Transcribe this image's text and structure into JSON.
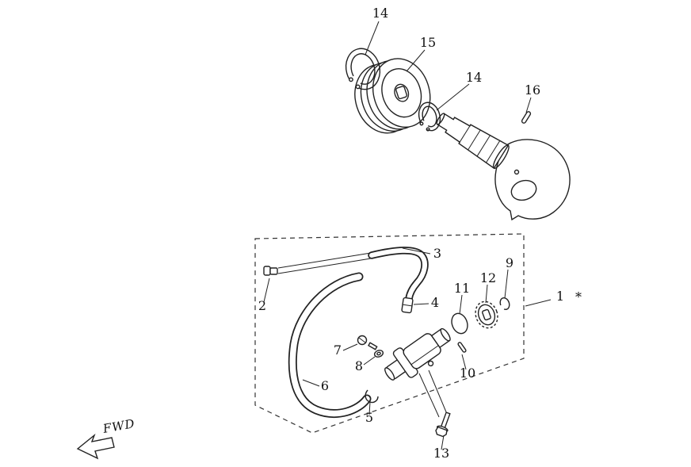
{
  "figure": {
    "fwd_label": "FWD",
    "asterisk": "*",
    "callouts": [
      {
        "num": "14"
      },
      {
        "num": "15"
      },
      {
        "num": "14"
      },
      {
        "num": "16"
      },
      {
        "num": "3"
      },
      {
        "num": "2"
      },
      {
        "num": "4"
      },
      {
        "num": "11"
      },
      {
        "num": "12"
      },
      {
        "num": "9"
      },
      {
        "num": "1"
      },
      {
        "num": "7"
      },
      {
        "num": "8"
      },
      {
        "num": "10"
      },
      {
        "num": "6"
      },
      {
        "num": "5"
      },
      {
        "num": "13"
      }
    ]
  }
}
